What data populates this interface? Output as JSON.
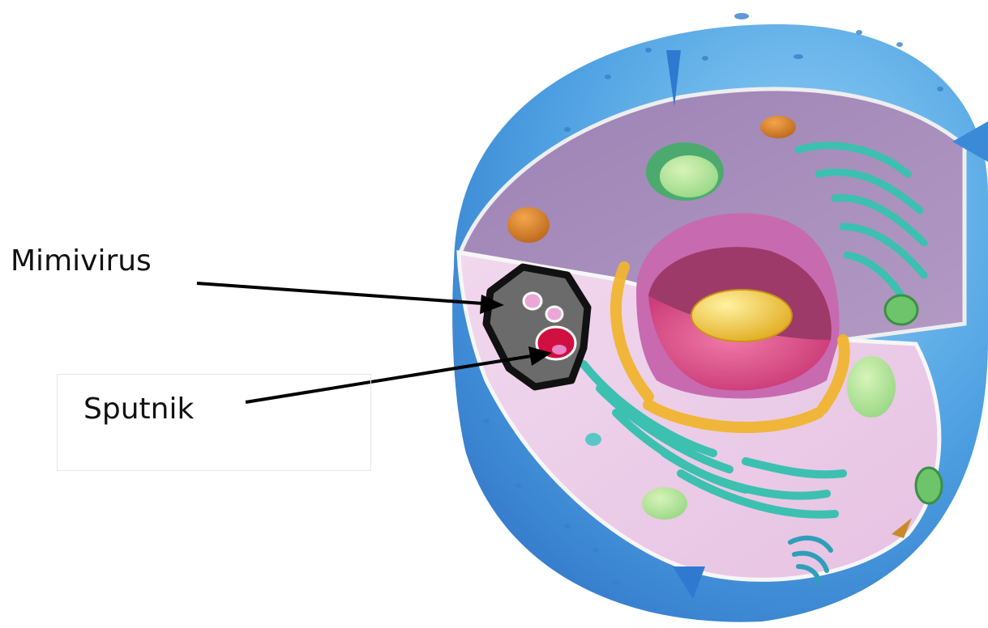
{
  "labels": {
    "mimivirus": "Mimivirus",
    "sputnik": "Sputnik"
  },
  "colors": {
    "membrane_blue": "#4d9fe0",
    "cytoplasm_lavender": "#eccfea",
    "back_wall_purple": "#a98bb8",
    "nucleus_pink": "#e03f86",
    "nucleolus_yellow": "#f0c52a",
    "golgi_teal": "#3fc3b4",
    "rough_er_yellow": "#f2b531",
    "virus_dark": "#444444",
    "virus_red": "#d01040",
    "arrow_black": "#000000"
  },
  "icons": [
    "mimivirus-particle",
    "sputnik-virophage",
    "cell-nucleus",
    "golgi-apparatus",
    "mitochondrion",
    "vacuole"
  ]
}
